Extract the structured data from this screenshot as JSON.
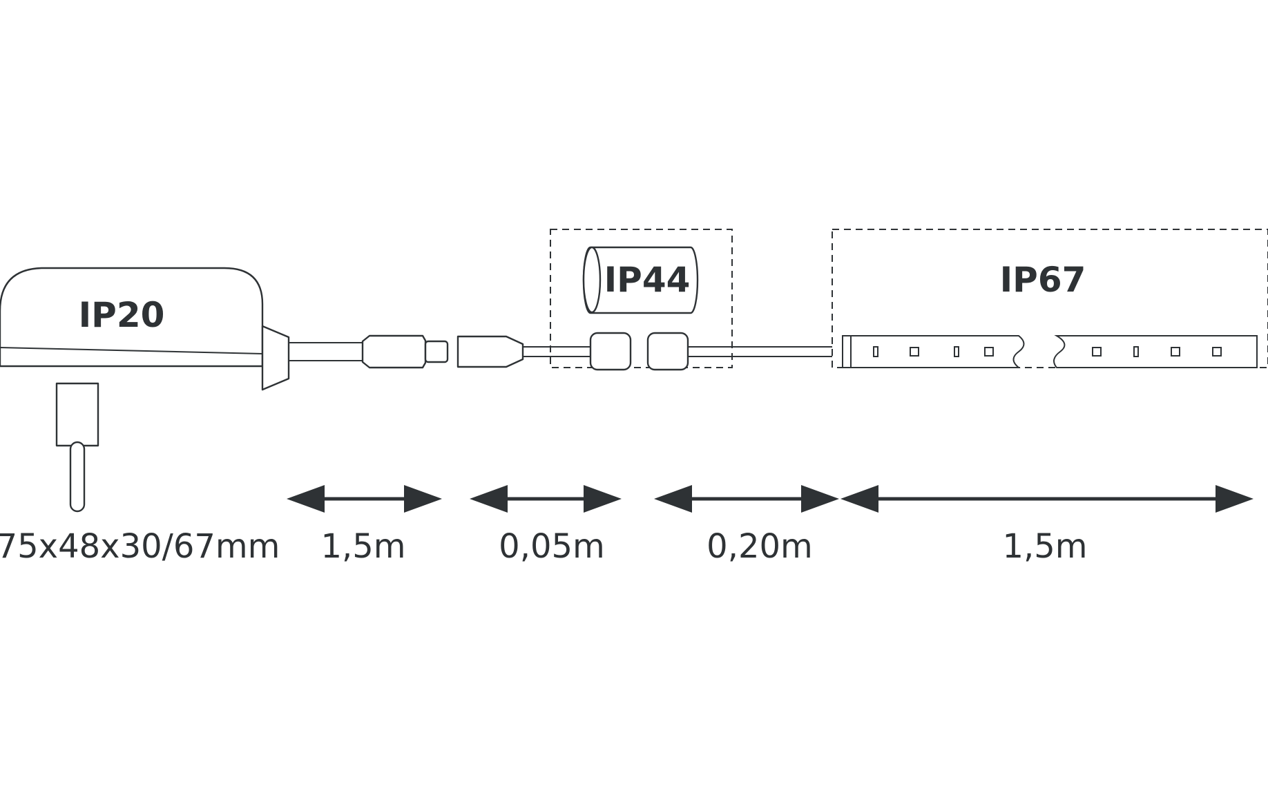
{
  "labels": {
    "adapter_ip": "IP20",
    "connector_ip": "IP44",
    "strip_ip": "IP67"
  },
  "dimensions": {
    "adapter_size": "75x48x30/67mm",
    "cable_1": "1,5m",
    "cable_2": "0,05m",
    "cable_3": "0,20m",
    "strip_length": "1,5m"
  },
  "colors": {
    "line": "#2e3235",
    "background": "#ffffff"
  }
}
